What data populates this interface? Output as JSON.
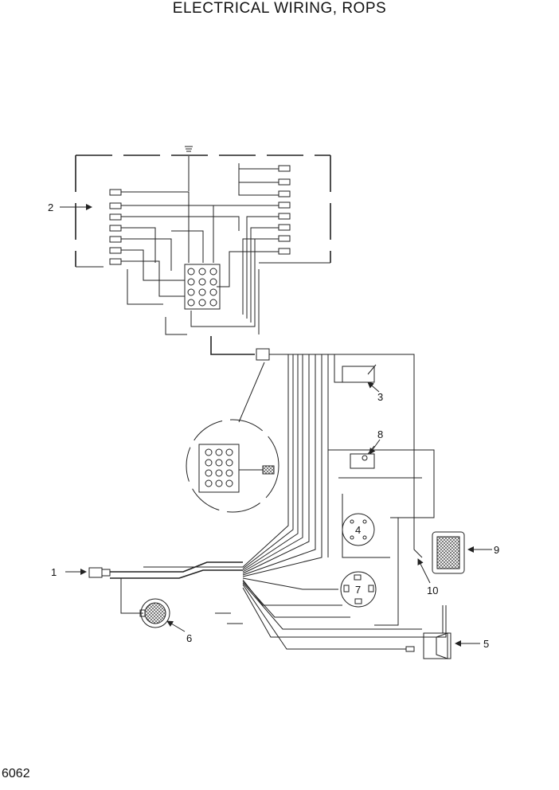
{
  "title": "ELECTRICAL WIRING, ROPS",
  "page_number": "6062",
  "callouts": [
    "1",
    "2",
    "3",
    "4",
    "5",
    "6",
    "7",
    "8",
    "9",
    "10"
  ]
}
